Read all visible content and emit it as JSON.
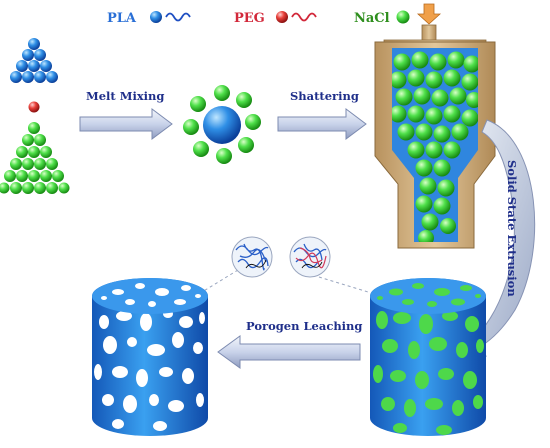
{
  "legend": {
    "items": [
      {
        "label": "PLA",
        "color": "#2d6fd6",
        "icon": "blue-sphere-and-wave-icon"
      },
      {
        "label": "PEG",
        "color": "#d2283a",
        "icon": "red-sphere-and-wave-icon"
      },
      {
        "label": "NaCl",
        "color": "#2f8f1e",
        "icon": "green-sphere-icon"
      }
    ]
  },
  "steps": {
    "melt_mixing": "Melt Mixing",
    "shattering": "Shattering",
    "solid_state_extrusion": "Solid State Extrusion",
    "porogen_leaching": "Porogen Leaching"
  },
  "colors": {
    "pla_blue": "#2a8ae0",
    "peg_red": "#e23a3a",
    "nacl_green": "#49d24a",
    "label_navy": "#1f2f8a",
    "extruder_tan": "#c7a777",
    "arrow_fill": "#c8d2ea"
  }
}
